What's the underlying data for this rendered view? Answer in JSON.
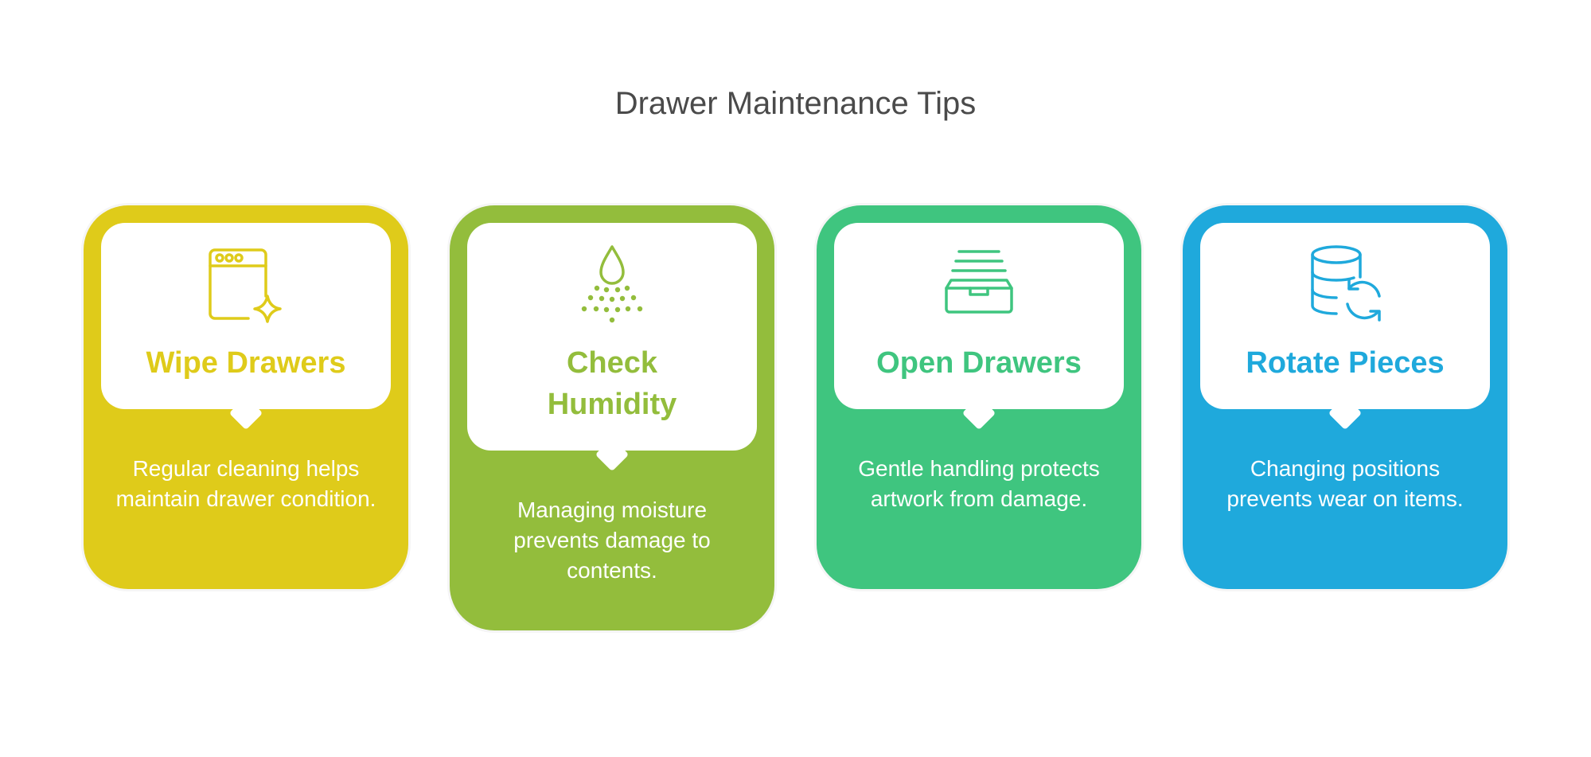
{
  "page": {
    "title": "Drawer Maintenance Tips"
  },
  "cards": [
    {
      "title": "Wipe Drawers",
      "description": "Regular cleaning helps maintain drawer condition.",
      "icon": "browser-sparkle-icon",
      "color": "#DFCB1A"
    },
    {
      "title": "Check Humidity",
      "description": "Managing moisture prevents damage to contents.",
      "icon": "water-drop-mist-icon",
      "color": "#93BD3C"
    },
    {
      "title": "Open Drawers",
      "description": "Gentle handling protects artwork from damage.",
      "icon": "drawer-tray-icon",
      "color": "#3FC57F"
    },
    {
      "title": "Rotate Pieces",
      "description": "Changing positions prevents wear on items.",
      "icon": "database-sync-icon",
      "color": "#1FA9DC"
    }
  ]
}
